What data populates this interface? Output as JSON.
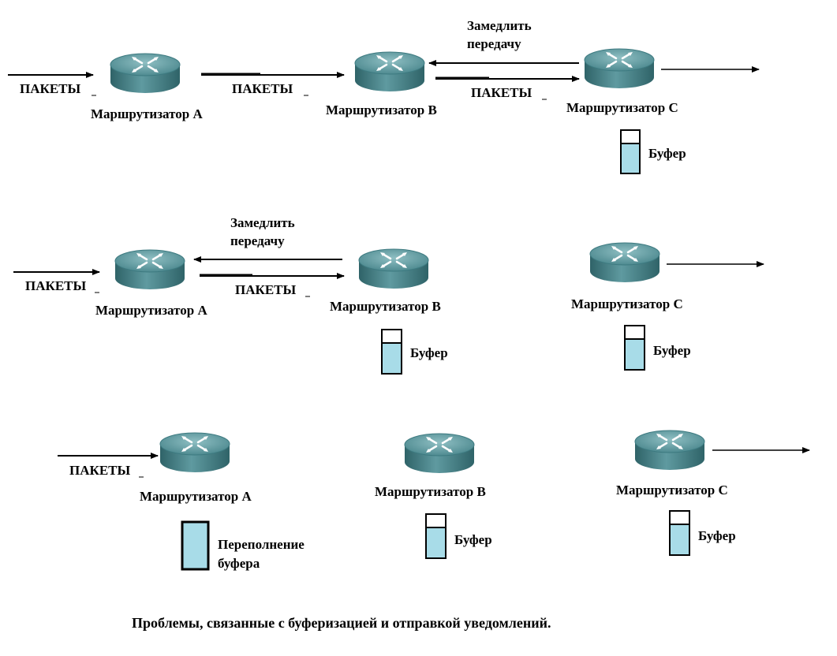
{
  "texts": {
    "packets": "ПАКЕТЫ",
    "slow_down_1": "Замедлить",
    "slow_down_2": "передачу",
    "router_a": "Маршрутизатор А",
    "router_b": "Маршрутизатор В",
    "router_c": "Маршрутизатор С",
    "buffer": "Буфер",
    "overflow_1": "Переполнение",
    "overflow_2": "буфера",
    "caption": "Проблемы, связанные с буферизацией и отправкой уведомлений."
  },
  "colors": {
    "router_top": "#6fa3a8",
    "router_side": "#3d7a80",
    "buffer_fill": "#a8dce8",
    "line": "#000000"
  }
}
